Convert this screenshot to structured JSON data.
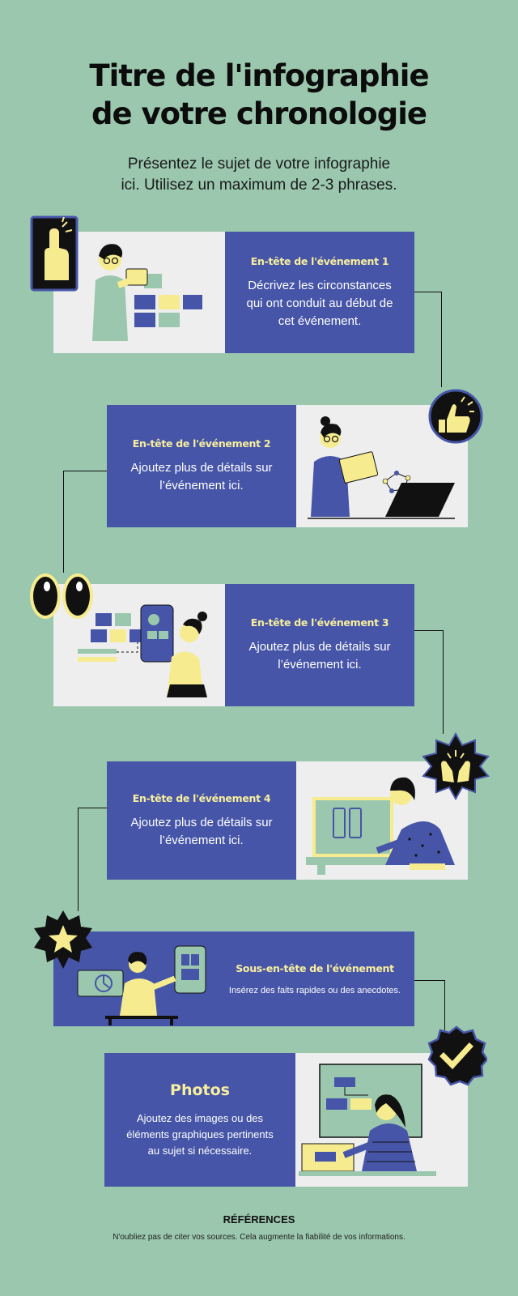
{
  "header": {
    "title_line1": "Titre de l'infographie",
    "title_line2": "de votre chronologie",
    "subtitle_line1": "Présentez le sujet de votre infographie",
    "subtitle_line2": "ici. Utilisez un maximum de 2-3 phrases."
  },
  "events": [
    {
      "heading": "En-tête de l'événement 1",
      "body_line1": "Décrivez les circonstances",
      "body_line2": "qui ont conduit au début de",
      "body_line3": "cet événement."
    },
    {
      "heading": "En-tête de l'événement 2",
      "body_line1": "Ajoutez plus de détails sur",
      "body_line2": "l’événement ici."
    },
    {
      "heading": "En-tête de l'événement 3",
      "body_line1": "Ajoutez plus de détails sur",
      "body_line2": "l’événement ici."
    },
    {
      "heading": "En-tête de l'événement 4",
      "body_line1": "Ajoutez plus de détails sur",
      "body_line2": "l’événement ici."
    }
  ],
  "sub_event": {
    "heading": "Sous-en-tête de l'événement",
    "body": "Insérez des faits rapides ou des anecdotes."
  },
  "photos": {
    "heading": "Photos",
    "body_line1": "Ajoutez des images ou des",
    "body_line2": "éléments graphiques pertinents",
    "body_line3": "au sujet si nécessaire."
  },
  "references": {
    "heading": "RÉFÉRENCES",
    "note": "N'oubliez pas de citer vos sources. Cela augmente la fiabilité de vos informations."
  },
  "colors": {
    "background": "#9ac7ad",
    "panel_blue": "#4655a7",
    "heading_yellow": "#f8ef9e",
    "image_bg": "#eeeeee"
  },
  "icons": [
    "pointing-hand-icon",
    "thumbs-up-icon",
    "eyes-icon",
    "clapping-hands-icon",
    "star-icon",
    "checkmark-icon"
  ]
}
